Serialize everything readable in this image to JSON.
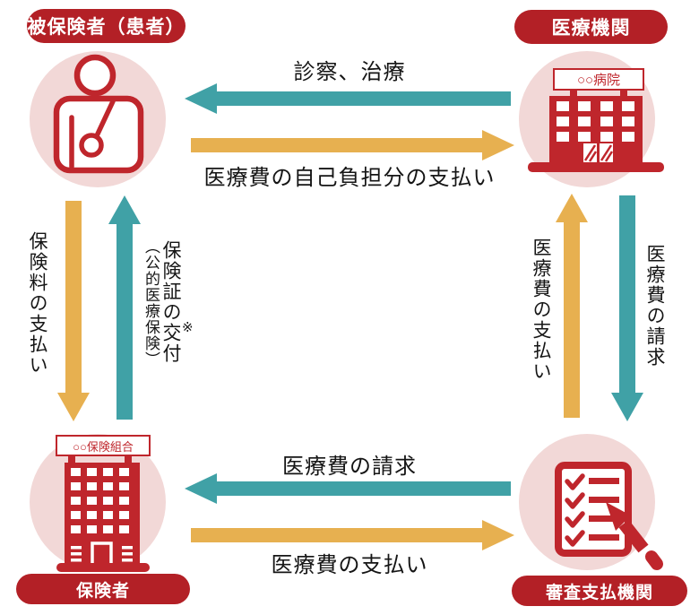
{
  "palette": {
    "node_red": "#b32026",
    "icon_red": "#bf262c",
    "circle_pink": "#f2d8d7",
    "arrow_teal": "#40a1a6",
    "arrow_gold": "#e7b050",
    "text_black": "#151515"
  },
  "nodes": {
    "patient": {
      "label": "被保険者（患者）",
      "icon": "injured-person-icon"
    },
    "medical_institution": {
      "label": "医療機関",
      "sign": "○○病院",
      "icon": "hospital-building-icon"
    },
    "insurer": {
      "label": "保険者",
      "sign": "○○保険組合",
      "icon": "office-building-icon"
    },
    "review_agency": {
      "label": "審査支払機関",
      "icon": "checklist-magnifier-icon"
    }
  },
  "flows": {
    "examination_treatment": {
      "label": "診察、治療",
      "direction": "medical-to-patient",
      "color": "teal"
    },
    "copayment": {
      "label": "医療費の自己負担分の支払い",
      "direction": "patient-to-medical",
      "color": "gold"
    },
    "premium_payment": {
      "label": "保険料の支払い",
      "direction": "patient-to-insurer",
      "color": "gold"
    },
    "card_issuance": {
      "label": "保険証の交付",
      "note_mark": "※",
      "note": "（公的医療保険）",
      "direction": "insurer-to-patient",
      "color": "teal"
    },
    "medical_fee_payment_right": {
      "label": "医療費の支払い",
      "direction": "review-to-medical",
      "color": "gold"
    },
    "medical_fee_claim_right": {
      "label": "医療費の請求",
      "direction": "medical-to-review",
      "color": "teal"
    },
    "medical_fee_claim_bottom": {
      "label": "医療費の請求",
      "direction": "review-to-insurer",
      "color": "teal"
    },
    "medical_fee_payment_bottom": {
      "label": "医療費の支払い",
      "direction": "insurer-to-review",
      "color": "gold"
    }
  }
}
